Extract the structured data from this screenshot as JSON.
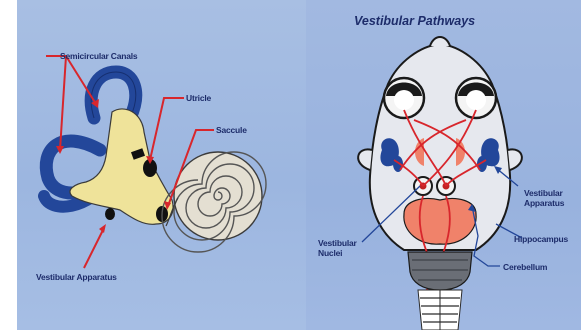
{
  "left_diagram": {
    "labels": {
      "semicircular_canals": "Semicircular Canals",
      "utricle": "Utricle",
      "saccule": "Saccule",
      "vestibular_apparatus": "Vestibular Apparatus"
    }
  },
  "right_diagram": {
    "title": "Vestibular Pathways",
    "labels": {
      "vestibular_apparatus_line1": "Vestibular",
      "vestibular_apparatus_line2": "Apparatus",
      "hippocampus": "Hippocampus",
      "vestibular_nuclei_line1": "Vestibular",
      "vestibular_nuclei_line2": "Nuclei",
      "cerebellum": "Cerebellum"
    }
  },
  "colors": {
    "background": "#a0b8e2",
    "label_text": "#1d2c6a",
    "pointer_red": "#d8262c",
    "canal_blue": "#23479a",
    "apparatus_yellow": "#efe39a",
    "head_fill": "#e4e6ec",
    "hippocampus_salmon": "#f0826a",
    "cerebellum_gray": "#6a6e76"
  }
}
